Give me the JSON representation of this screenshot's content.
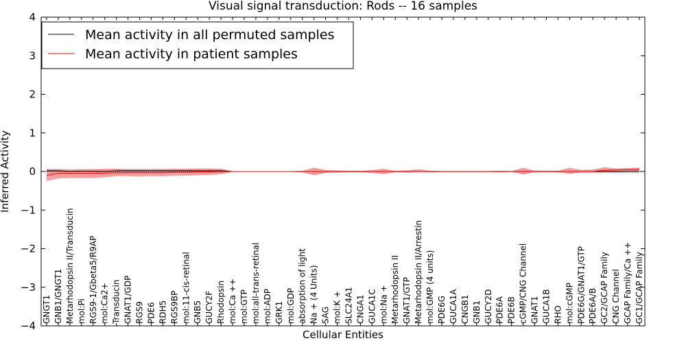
{
  "chart_data": {
    "type": "line",
    "title": "Visual signal transduction: Rods -- 16 samples",
    "xlabel": "Cellular Entities",
    "ylabel": "Inferred Activity",
    "ylim": [
      -4,
      4
    ],
    "yticks": [
      4,
      3,
      2,
      1,
      0,
      -1,
      -2,
      -3,
      -4
    ],
    "ytick_labels": [
      "4",
      "3",
      "2",
      "1",
      "0",
      "−1",
      "−2",
      "−3",
      "−4"
    ],
    "grid": false,
    "legend_position": "top-left",
    "categories": [
      "GNGT1",
      "GNB1/GNGT1",
      "Metarhodopsin II/Transducin",
      "mol:Pi",
      "RGS9-1/Gbeta5/R9AP",
      "mol:Ca2+",
      "Transducin",
      "GNAT1/GDP",
      "RGS9",
      "PDE6",
      "RDH5",
      "RGS9BP",
      "mol:11-cis-retinal",
      "GNB5",
      "GUCY2F",
      "Rhodopsin",
      "mol:Ca ++",
      "mol:GTP",
      "mol:all-trans-retinal",
      "mol:ADP",
      "GRK1",
      "mol:GDP",
      "absorption of light",
      "Na + (4 Units)",
      "SAG",
      "mol:K +",
      "SLC24A1",
      "CNGA1",
      "GUCA1C",
      "mol:Na +",
      "Metarhodopsin II",
      "GNAT1/GTP",
      "Metarhodopsin II/Arrestin",
      "mol:GMP (4 units)",
      "PDE6G",
      "GUCA1A",
      "CNGB1",
      "GNB1",
      "GUCY2D",
      "PDE6A",
      "PDE6B",
      "cGMP/CNG Channel",
      "GNAT1",
      "GUCA1B",
      "RHO",
      "mol:cGMP",
      "PDE6G/GNAT1/GTP",
      "PDE6A/B",
      "GC2/GCAP Family",
      "CNG Channel",
      "GCAP Family/Ca ++",
      "GC1/GCAP Family"
    ],
    "series": [
      {
        "name": "Mean activity in all permuted samples",
        "color": "#000000",
        "values": [
          0.02,
          0.02,
          0.0,
          0.01,
          0.01,
          0.0,
          0.02,
          0.02,
          0.02,
          0.02,
          0.02,
          0.02,
          0.02,
          0.02,
          0.02,
          0.02,
          0.0,
          0.0,
          0.0,
          0.0,
          0.0,
          0.0,
          0.0,
          0.0,
          0.0,
          0.0,
          0.0,
          0.0,
          0.0,
          0.0,
          0.0,
          0.0,
          0.0,
          0.0,
          0.0,
          0.0,
          0.0,
          0.0,
          0.0,
          0.0,
          0.0,
          0.0,
          0.0,
          0.0,
          0.0,
          0.0,
          0.0,
          0.0,
          0.0,
          0.0,
          0.0,
          0.0
        ],
        "lower": [
          -0.04,
          -0.04,
          -0.06,
          -0.05,
          -0.05,
          -0.05,
          -0.03,
          -0.03,
          -0.03,
          -0.03,
          -0.03,
          -0.03,
          -0.03,
          -0.03,
          -0.03,
          -0.02,
          -0.01,
          -0.01,
          -0.01,
          -0.01,
          -0.01,
          -0.01,
          -0.01,
          -0.02,
          -0.02,
          -0.02,
          -0.02,
          -0.02,
          -0.02,
          -0.02,
          -0.02,
          -0.02,
          -0.02,
          -0.02,
          -0.02,
          -0.02,
          -0.02,
          -0.02,
          -0.02,
          -0.02,
          -0.02,
          -0.05,
          -0.03,
          -0.03,
          -0.03,
          -0.03,
          -0.05,
          -0.05,
          -0.05,
          -0.05,
          -0.05,
          -0.05
        ],
        "upper": [
          0.07,
          0.07,
          0.06,
          0.06,
          0.06,
          0.06,
          0.07,
          0.07,
          0.07,
          0.07,
          0.07,
          0.07,
          0.07,
          0.07,
          0.07,
          0.07,
          0.01,
          0.01,
          0.01,
          0.01,
          0.01,
          0.01,
          0.01,
          0.02,
          0.02,
          0.02,
          0.02,
          0.02,
          0.02,
          0.02,
          0.02,
          0.02,
          0.02,
          0.02,
          0.02,
          0.02,
          0.02,
          0.02,
          0.02,
          0.02,
          0.02,
          0.05,
          0.03,
          0.03,
          0.03,
          0.03,
          0.05,
          0.05,
          0.05,
          0.05,
          0.05,
          0.05
        ]
      },
      {
        "name": "Mean activity in patient samples",
        "color": "#ff0000",
        "values": [
          -0.1,
          -0.05,
          -0.05,
          -0.05,
          -0.05,
          -0.04,
          -0.03,
          -0.03,
          -0.03,
          -0.03,
          -0.03,
          -0.02,
          -0.02,
          -0.01,
          -0.01,
          0.0,
          0.0,
          0.0,
          0.0,
          0.0,
          0.0,
          0.0,
          0.0,
          0.0,
          0.0,
          0.0,
          0.0,
          0.0,
          0.0,
          0.0,
          0.0,
          0.0,
          0.0,
          0.0,
          0.0,
          0.0,
          0.0,
          0.0,
          0.0,
          0.0,
          0.0,
          0.0,
          0.0,
          0.0,
          0.0,
          0.0,
          0.0,
          0.0,
          0.03,
          0.04,
          0.05,
          0.06
        ],
        "lower": [
          -0.25,
          -0.18,
          -0.17,
          -0.17,
          -0.17,
          -0.15,
          -0.12,
          -0.12,
          -0.13,
          -0.12,
          -0.12,
          -0.11,
          -0.11,
          -0.1,
          -0.09,
          -0.07,
          -0.01,
          -0.01,
          -0.01,
          -0.01,
          -0.01,
          -0.01,
          -0.02,
          -0.1,
          -0.04,
          -0.03,
          -0.02,
          -0.02,
          -0.04,
          -0.07,
          -0.02,
          -0.03,
          -0.01,
          -0.02,
          -0.01,
          -0.01,
          -0.01,
          -0.01,
          -0.01,
          -0.02,
          -0.01,
          -0.08,
          -0.02,
          -0.01,
          -0.02,
          -0.06,
          -0.02,
          -0.02,
          -0.02,
          -0.02,
          -0.01,
          -0.01
        ],
        "upper": [
          0.06,
          0.06,
          0.05,
          0.06,
          0.06,
          0.07,
          0.07,
          0.06,
          0.06,
          0.06,
          0.06,
          0.07,
          0.07,
          0.08,
          0.08,
          0.07,
          0.01,
          0.01,
          0.01,
          0.01,
          0.01,
          0.01,
          0.02,
          0.1,
          0.04,
          0.03,
          0.02,
          0.02,
          0.04,
          0.07,
          0.02,
          0.03,
          0.06,
          0.02,
          0.01,
          0.01,
          0.01,
          0.01,
          0.01,
          0.02,
          0.01,
          0.1,
          0.02,
          0.02,
          0.02,
          0.1,
          0.04,
          0.05,
          0.11,
          0.08,
          0.09,
          0.1
        ]
      }
    ],
    "legend": [
      {
        "label": "Mean activity in all permuted samples",
        "color": "#000000"
      },
      {
        "label": "Mean activity in patient samples",
        "color": "#ff0000"
      }
    ]
  }
}
